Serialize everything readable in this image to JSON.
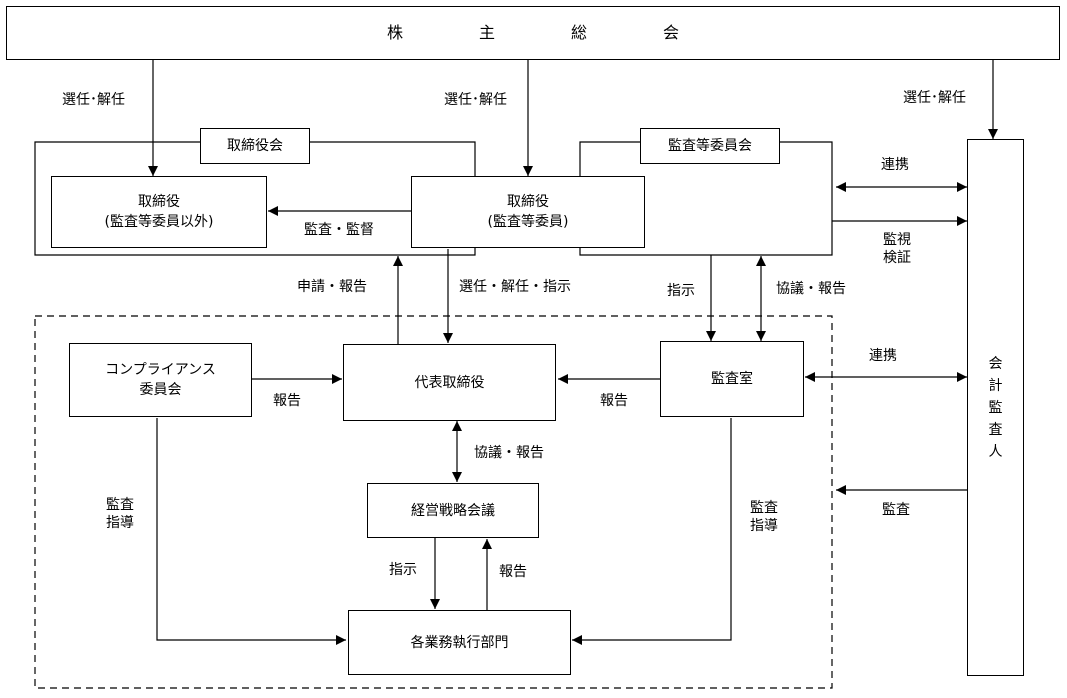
{
  "shareholders": {
    "chars": [
      "株",
      "主",
      "総",
      "会"
    ]
  },
  "board": {
    "label": "取締役会",
    "directors_other": {
      "line1": "取締役",
      "line2": "(監査等委員以外)"
    },
    "directors_audit": {
      "line1": "取締役",
      "line2": "(監査等委員)"
    }
  },
  "audit_committee": {
    "label": "監査等委員会"
  },
  "accounting_auditor": {
    "chars": [
      "会",
      "計",
      "監",
      "査",
      "人"
    ]
  },
  "ceo": {
    "label": "代表取締役"
  },
  "compliance": {
    "line1": "コンプライアンス",
    "line2": "委員会"
  },
  "audit_office": {
    "label": "監査室"
  },
  "strategy_meeting": {
    "label": "経営戦略会議"
  },
  "departments": {
    "label": "各業務執行部門"
  },
  "labels": {
    "elect_dismiss_1": "選任･解任",
    "elect_dismiss_2": "選任･解任",
    "elect_dismiss_3": "選任･解任",
    "audit_supervise": "監査・監督",
    "coordination_1": "連携",
    "monitor_verify_1": "監視",
    "monitor_verify_2": "検証",
    "apply_report": "申請・報告",
    "elect_dismiss_instruct": "選任・解任・指示",
    "instruct_1": "指示",
    "consult_report_1": "協議・報告",
    "coordination_2": "連携",
    "report_1": "報告",
    "report_2": "報告",
    "consult_report_2": "協議・報告",
    "audit_guide_left_1": "監査",
    "audit_guide_left_2": "指導",
    "audit_guide_right_1": "監査",
    "audit_guide_right_2": "指導",
    "audit": "監査",
    "instruct_2": "指示",
    "report_3": "報告"
  }
}
